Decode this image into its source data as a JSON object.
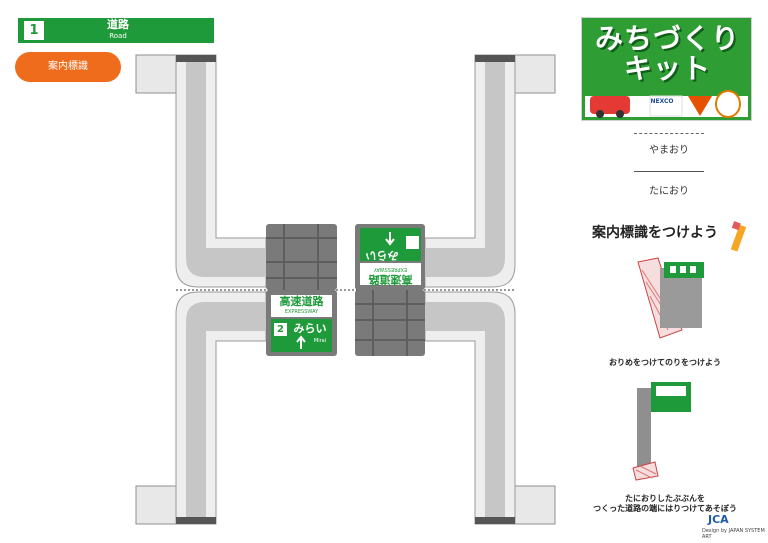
{
  "header": {
    "number": "1",
    "title": "道路",
    "subtitle": "Road"
  },
  "pill": {
    "label": "案内標識"
  },
  "kit": {
    "title_line1": "みちづくり",
    "title_line2": "キット",
    "nexco": "NEXCO"
  },
  "folds": {
    "mountain": "やまおり",
    "valley": "たにおり"
  },
  "instructions": {
    "title": "案内標識をつけよう",
    "caption1": "おりめをつけてのりをつけよう",
    "caption2_line1": "たにおりしたぶぶんを",
    "caption2_line2": "つくった道路の端にはりつけてあそぼう"
  },
  "signs": {
    "main_jp": "高速道路",
    "main_en": "EXPRESSWAY",
    "route_number": "2",
    "dest_jp": "みらい",
    "dest_en": "Mirai"
  },
  "footer": {
    "brand": "JCA",
    "credit": "Design by JAPAN SYSTEM ART"
  },
  "colors": {
    "green": "#1f9a3a",
    "orange": "#ef6c1d",
    "road": "#c9c9c9",
    "road_edge": "#eeeeee"
  }
}
